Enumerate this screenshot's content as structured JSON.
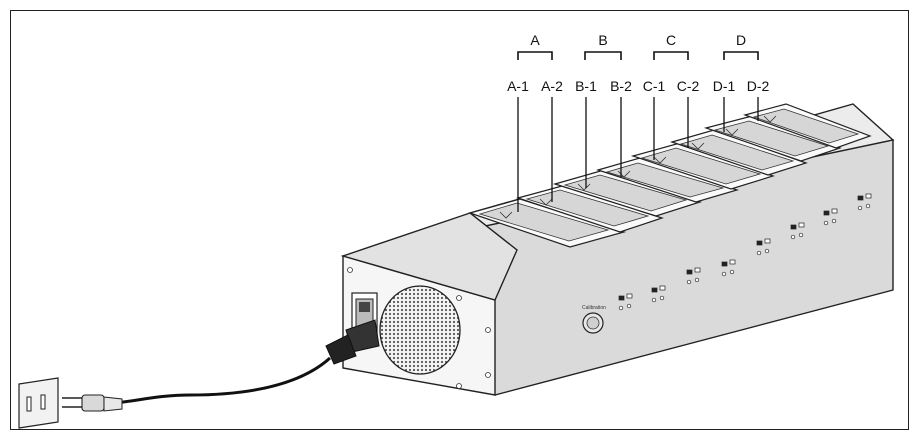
{
  "groups": [
    {
      "label": "A",
      "slots": [
        "A-1",
        "A-2"
      ]
    },
    {
      "label": "B",
      "slots": [
        "B-1",
        "B-2"
      ]
    },
    {
      "label": "C",
      "slots": [
        "C-1",
        "C-2"
      ]
    },
    {
      "label": "D",
      "slots": [
        "D-1",
        "D-2"
      ]
    }
  ],
  "device": {
    "calibration_label": "Calibration"
  }
}
